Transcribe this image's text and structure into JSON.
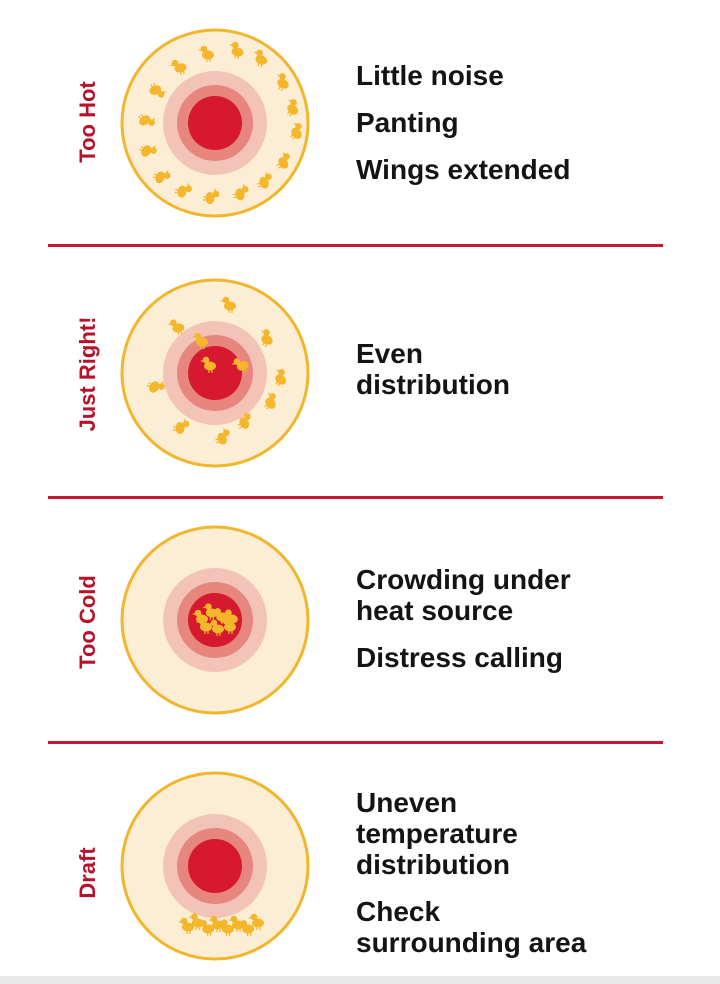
{
  "colors": {
    "accent_red": "#c4192f",
    "label_red": "#b8122b",
    "heat_core": "#d6192e",
    "heat_ring_inner": "#e7857f",
    "heat_ring_outer": "#f3c3b7",
    "brooder_fill": "#fbeed5",
    "brooder_border": "#f1b62d",
    "chick_color": "#f4b62a",
    "text": "#141414"
  },
  "panels": [
    {
      "label": "Too Hot",
      "chick_arrangement": "ring-edge",
      "descriptions": [
        "Little noise",
        "Panting",
        "Wings extended"
      ]
    },
    {
      "label": "Just Right!",
      "chick_arrangement": "even",
      "descriptions": [
        "Even\ndistribution"
      ]
    },
    {
      "label": "Too Cold",
      "chick_arrangement": "center-cluster",
      "descriptions": [
        "Crowding under\nheat source",
        "Distress calling"
      ]
    },
    {
      "label": "Draft",
      "chick_arrangement": "bottom-cluster",
      "descriptions": [
        "Uneven\ntemperature\ndistribution",
        "Check\nsurrounding area"
      ]
    }
  ]
}
